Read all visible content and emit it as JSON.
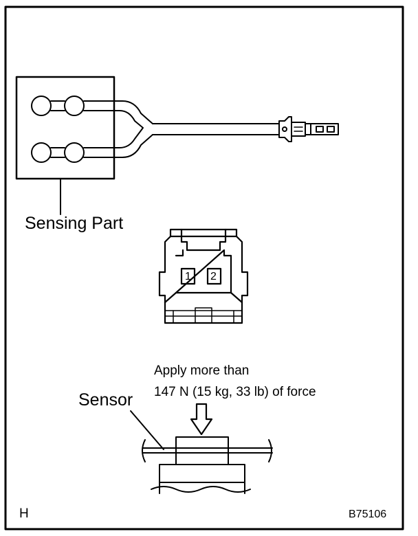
{
  "labels": {
    "sensing_part": "Sensing Part",
    "sensor": "Sensor",
    "apply_line1": "Apply more than",
    "apply_line2": "147 N (15 kg, 33 lb) of force",
    "pin_1": "1",
    "pin_2": "2",
    "corner_letter": "H",
    "figure_code": "B75106"
  },
  "colors": {
    "ink": "#000000",
    "paper": "#ffffff"
  },
  "icons": {
    "force_arrow": "down-arrow-icon"
  }
}
